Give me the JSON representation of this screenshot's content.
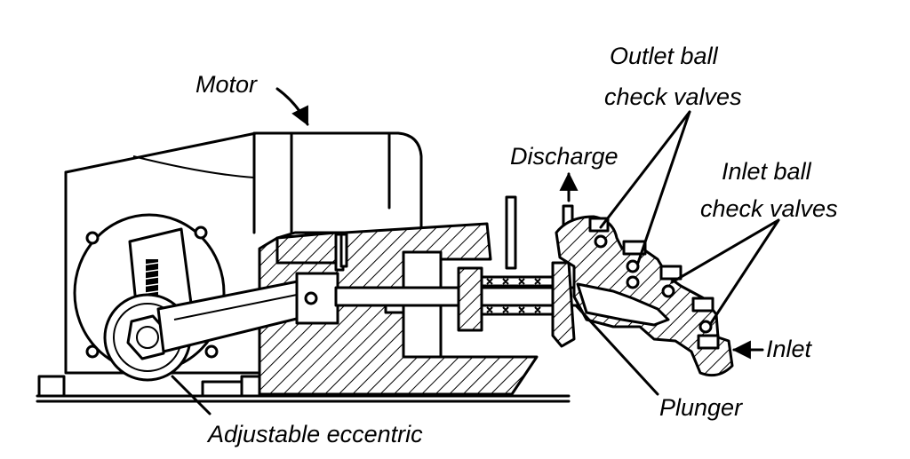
{
  "labels": {
    "motor": "Motor",
    "discharge": "Discharge",
    "outlet_valves_line1": "Outlet ball",
    "outlet_valves_line2": "check valves",
    "inlet_valves_line1": "Inlet ball",
    "inlet_valves_line2": "check valves",
    "inlet": "Inlet",
    "plunger": "Plunger",
    "eccentric": "Adjustable eccentric"
  },
  "colors": {
    "ink": "#000000",
    "paper": "#ffffff"
  }
}
